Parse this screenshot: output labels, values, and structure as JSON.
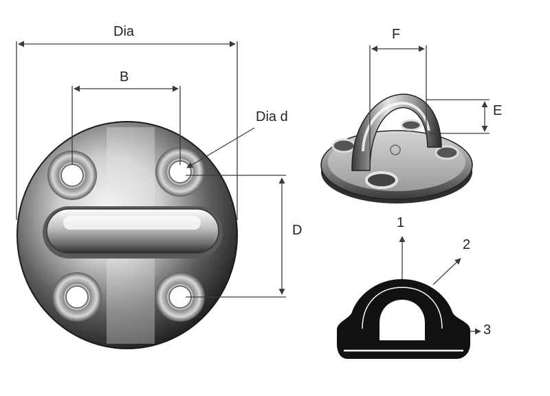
{
  "labels": {
    "dia": "Dia",
    "b": "B",
    "dia_d": "Dia d",
    "d": "D",
    "f": "F",
    "e": "E",
    "dir1": "1",
    "dir2": "2",
    "dir3": "3"
  },
  "colors": {
    "dimension_line": "#3a3a3a",
    "steel_light": "#f2f2f2",
    "steel_mid": "#a9a9a9",
    "steel_dark": "#2b2b2b",
    "profile_fill": "#111111"
  }
}
